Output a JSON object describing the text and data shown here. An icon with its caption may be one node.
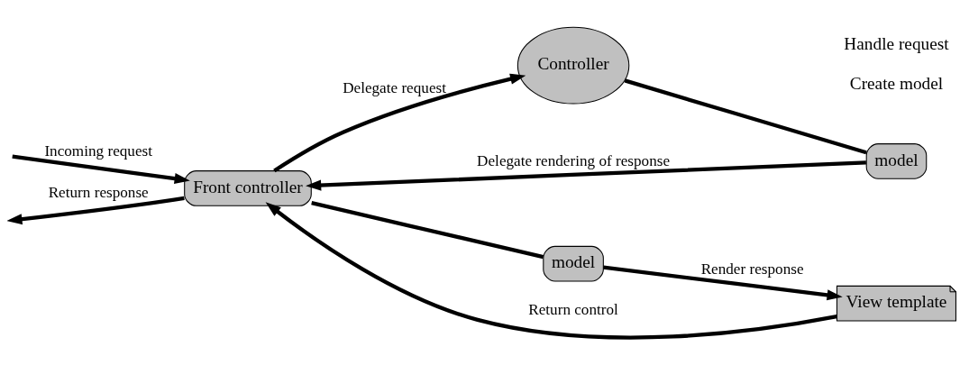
{
  "diagram": {
    "nodes": [
      {
        "text": [
          "Front controller"
        ]
      },
      {
        "text": [
          "Controller"
        ],
        "beside": [
          "Handle request",
          "Create model"
        ]
      },
      {
        "text": [
          "View template"
        ]
      },
      {
        "text": [
          "model"
        ]
      },
      {
        "text": [
          "model"
        ]
      }
    ],
    "edges": [
      {
        "from": null,
        "to": 0,
        "arrow": "to",
        "label": "Incoming request"
      },
      {
        "from": 0,
        "to": null,
        "arrow": "to",
        "label": "Return response"
      },
      {
        "from": 0,
        "to": 1,
        "arrow": "to",
        "label": "Delegate request"
      },
      {
        "from": 1,
        "to": 3,
        "arrow": "none"
      },
      {
        "from": 3,
        "to": 0,
        "arrow": "to",
        "label": "Delegate rendering of response"
      },
      {
        "from": 0,
        "to": 4,
        "arrow": "none"
      },
      {
        "from": 4,
        "to": 2,
        "arrow": "to",
        "label": "Render response"
      },
      {
        "from": 2,
        "to": 0,
        "arrow": "to",
        "label": "Return control"
      }
    ]
  }
}
